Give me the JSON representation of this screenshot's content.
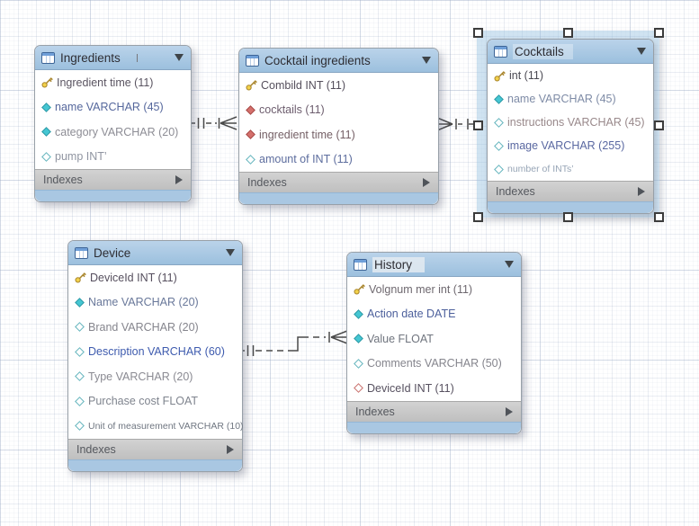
{
  "colors": {
    "table_header_blue": "#a9c7e2",
    "indexes_bar_gray": "#c6c6c6",
    "selection_tint": "#a9cbe6",
    "connector_line": "#4a4a4a",
    "grid_line": "#e8ebf1"
  },
  "tables": [
    {
      "title": "Ingredients",
      "footer_label": "Indexes",
      "selected": false,
      "columns": [
        {
          "icon": "primary-key-icon",
          "label": "Ingredient time (11)",
          "color": "#5a5461"
        },
        {
          "icon": "column-required-icon",
          "label": "name VARCHAR (45)",
          "color": "#55679c"
        },
        {
          "icon": "column-required-icon",
          "label": "category VARCHAR (20)",
          "color": "#8d8d95"
        },
        {
          "icon": "column-nullable-icon",
          "label": "pump INT’",
          "color": "#9095a1"
        }
      ]
    },
    {
      "title": "Cocktail ingredients",
      "footer_label": "Indexes",
      "selected": false,
      "columns": [
        {
          "icon": "primary-key-icon",
          "label": "Combild INT (11)",
          "color": "#554f5c"
        },
        {
          "icon": "fk-required-icon",
          "label": "cocktails (11)",
          "color": "#6d5d6e"
        },
        {
          "icon": "fk-required-icon",
          "label": "ingredient time (11)",
          "color": "#756066"
        },
        {
          "icon": "column-nullable-icon",
          "label": "amount of INT (11)",
          "color": "#5d6d9e"
        }
      ]
    },
    {
      "title": "Cocktails",
      "footer_label": "Indexes",
      "selected": true,
      "columns": [
        {
          "icon": "primary-key-icon",
          "label": "int (11)",
          "color": "#4b4a53"
        },
        {
          "icon": "column-required-icon",
          "label": "name VARCHAR (45)",
          "color": "#7e8ba6"
        },
        {
          "icon": "column-nullable-icon",
          "label": "instructions VARCHAR (45)",
          "color": "#99898b"
        },
        {
          "icon": "column-nullable-icon",
          "label": "image VARCHAR (255)",
          "color": "#5a68a1"
        },
        {
          "icon": "column-nullable-icon",
          "label": "number of INTs’",
          "color": "#97a5b6",
          "small": true
        }
      ]
    },
    {
      "title": "Device",
      "footer_label": "Indexes",
      "selected": false,
      "columns": [
        {
          "icon": "primary-key-icon",
          "label": "DeviceId INT (11)",
          "color": "#564f5e"
        },
        {
          "icon": "column-required-icon",
          "label": "Name VARCHAR (20)",
          "color": "#69789a"
        },
        {
          "icon": "column-nullable-icon",
          "label": "Brand VARCHAR (20)",
          "color": "#85858d"
        },
        {
          "icon": "column-nullable-icon",
          "label": "Description VARCHAR (60)",
          "color": "#3e5bae"
        },
        {
          "icon": "column-nullable-icon",
          "label": "Type VARCHAR (20)",
          "color": "#8a8a92"
        },
        {
          "icon": "column-nullable-icon",
          "label": "Purchase cost FLOAT",
          "color": "#7f848e"
        },
        {
          "icon": "column-nullable-icon",
          "label": "Unit of measurement VARCHAR (10)",
          "color": "#6f7681",
          "small": true
        }
      ]
    },
    {
      "title": "History",
      "footer_label": "Indexes",
      "selected": false,
      "columns": [
        {
          "icon": "primary-key-icon",
          "label": "Volgnum mer int (11)",
          "color": "#6e686f"
        },
        {
          "icon": "column-required-icon",
          "label": "Action date DATE",
          "color": "#4d609c"
        },
        {
          "icon": "column-required-icon",
          "label": "Value FLOAT",
          "color": "#6f747e"
        },
        {
          "icon": "column-nullable-icon",
          "label": "Comments VARCHAR (50)",
          "color": "#85858d"
        },
        {
          "icon": "fk-nullable-icon",
          "label": "DeviceId INT (11)",
          "color": "#575160"
        }
      ]
    }
  ],
  "relationships": [
    {
      "from": "Ingredients",
      "to": "Cocktail ingredients",
      "cardinality": "1:n",
      "line": "dashed"
    },
    {
      "from": "Cocktails",
      "to": "Cocktail ingredients",
      "cardinality": "1:n",
      "line": "dashed"
    },
    {
      "from": "Device",
      "to": "History",
      "cardinality": "1:n",
      "line": "dashed"
    }
  ]
}
